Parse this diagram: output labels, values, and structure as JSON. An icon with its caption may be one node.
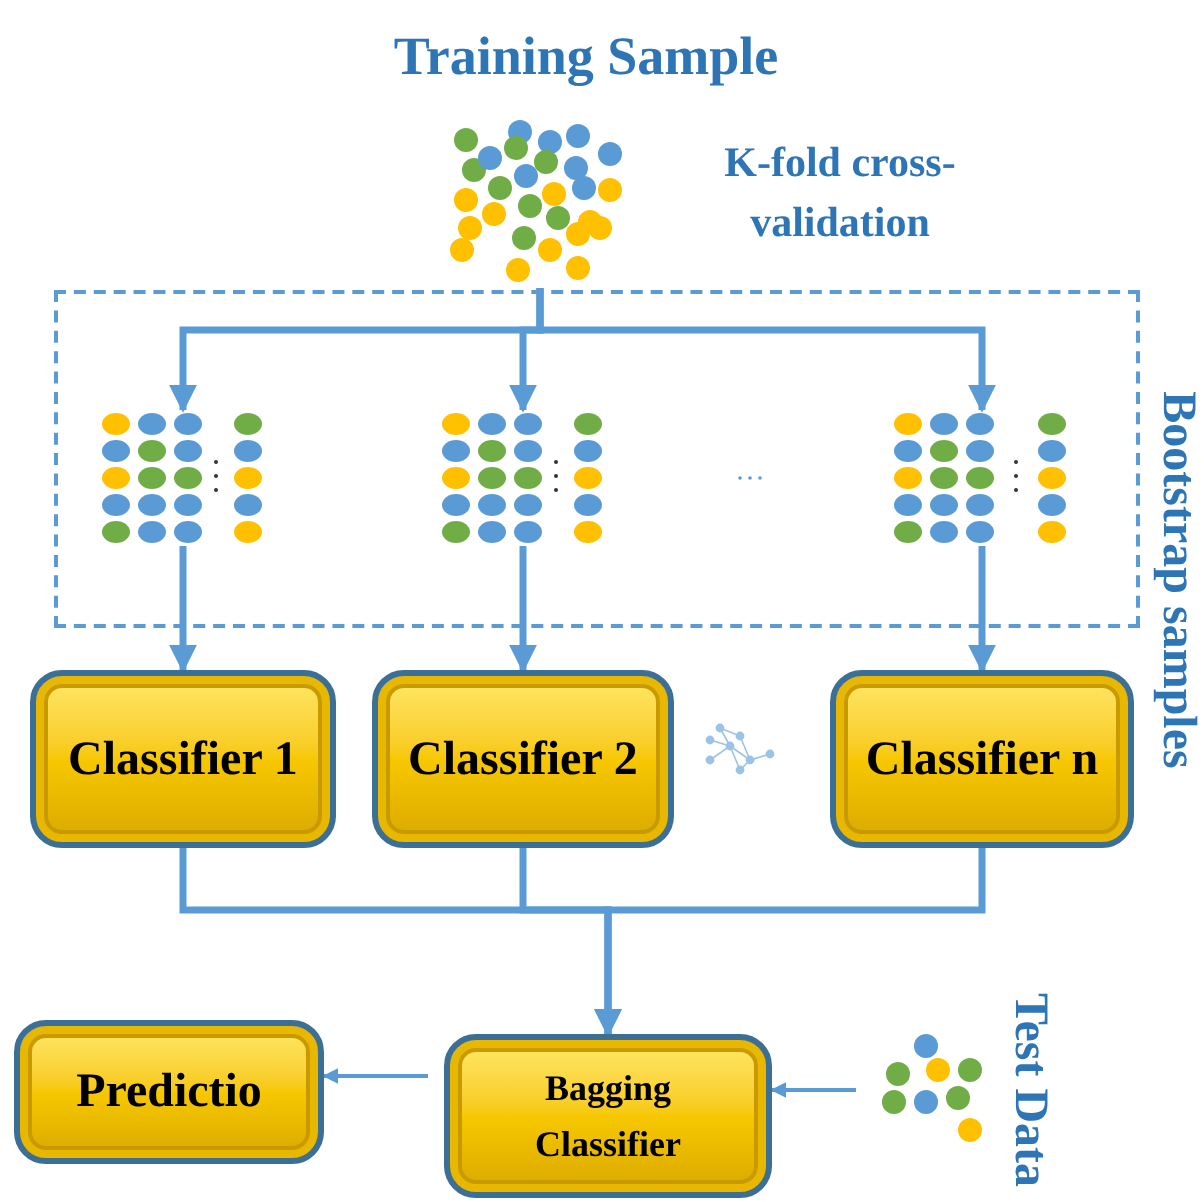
{
  "diagram": {
    "title": "Training Sample",
    "nodes": [
      {
        "text": [],
        "shape": "picture"
      },
      {
        "text": [],
        "shape": "box",
        "beside": [
          "Bootstrap samples"
        ]
      },
      {
        "text": [],
        "shape": "picture",
        "in": 1
      },
      {
        "text": [],
        "shape": "picture",
        "in": 1
      },
      {
        "text": [],
        "shape": "picture",
        "in": 1
      },
      {
        "text": [
          "Classifier 1"
        ]
      },
      {
        "text": [
          "Classifier 2"
        ]
      },
      {
        "text": [
          "Classifier n"
        ]
      },
      {
        "text": [
          "Predictio"
        ]
      },
      {
        "text": [
          "Bagging Classifier"
        ]
      },
      {
        "text": [],
        "shape": "picture",
        "beside": [
          "Test Data"
        ]
      }
    ],
    "edges": [
      {
        "from": 0,
        "to": 2,
        "arrow": "to"
      },
      {
        "from": 0,
        "to": 3,
        "arrow": "to"
      },
      {
        "from": 0,
        "to": 4,
        "arrow": "to"
      },
      {
        "from": 2,
        "to": 5,
        "arrow": "to"
      },
      {
        "from": 3,
        "to": 6,
        "arrow": "to"
      },
      {
        "from": 4,
        "to": 7,
        "arrow": "to"
      },
      {
        "from": 5,
        "to": 9,
        "arrow": "to"
      },
      {
        "from": 6,
        "to": 9,
        "arrow": "to"
      },
      {
        "from": 7,
        "to": 9,
        "arrow": "to"
      },
      {
        "from": 9,
        "to": 8,
        "arrow": "to"
      },
      {
        "from": 10,
        "to": 9,
        "arrow": "to"
      }
    ],
    "labels": [
      "K-fold cross-validation"
    ]
  }
}
